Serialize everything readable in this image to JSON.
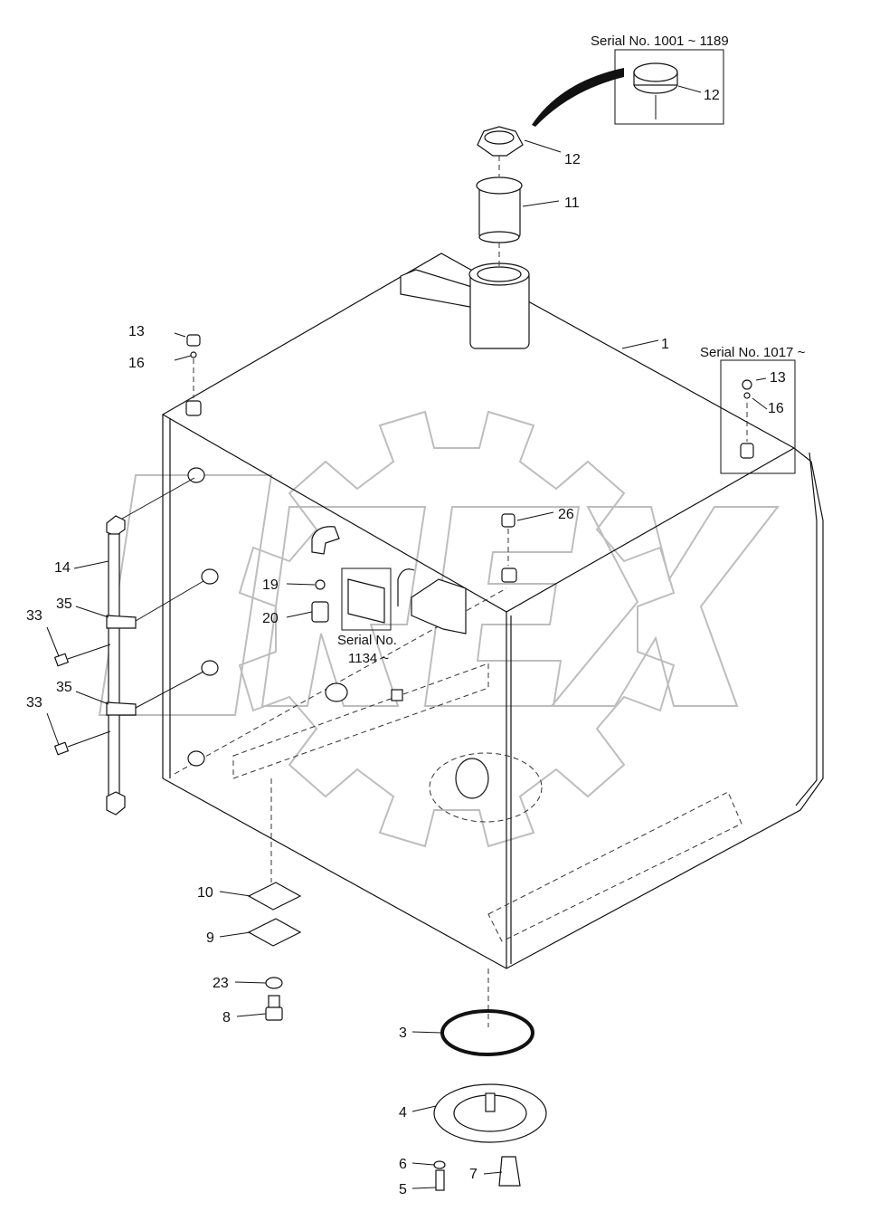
{
  "watermark": {
    "text": "OREX"
  },
  "serial_notes": {
    "top_cap": "Serial No. 1001 ~ 1189",
    "right_plug": "Serial No. 1017 ~",
    "cover_line1": "Serial No.",
    "cover_line2": "1134 ~"
  },
  "callouts": {
    "c1": "1",
    "c3": "3",
    "c4": "4",
    "c5": "5",
    "c6": "6",
    "c7": "7",
    "c8": "8",
    "c9": "9",
    "c10": "10",
    "c11": "11",
    "c12_top": "12",
    "c12": "12",
    "c13": "13",
    "c13_right": "13",
    "c14": "14",
    "c16": "16",
    "c16_right": "16",
    "c19": "19",
    "c20": "20",
    "c23": "23",
    "c26": "26",
    "c33_a": "33",
    "c33_b": "33",
    "c35_a": "35",
    "c35_b": "35"
  }
}
